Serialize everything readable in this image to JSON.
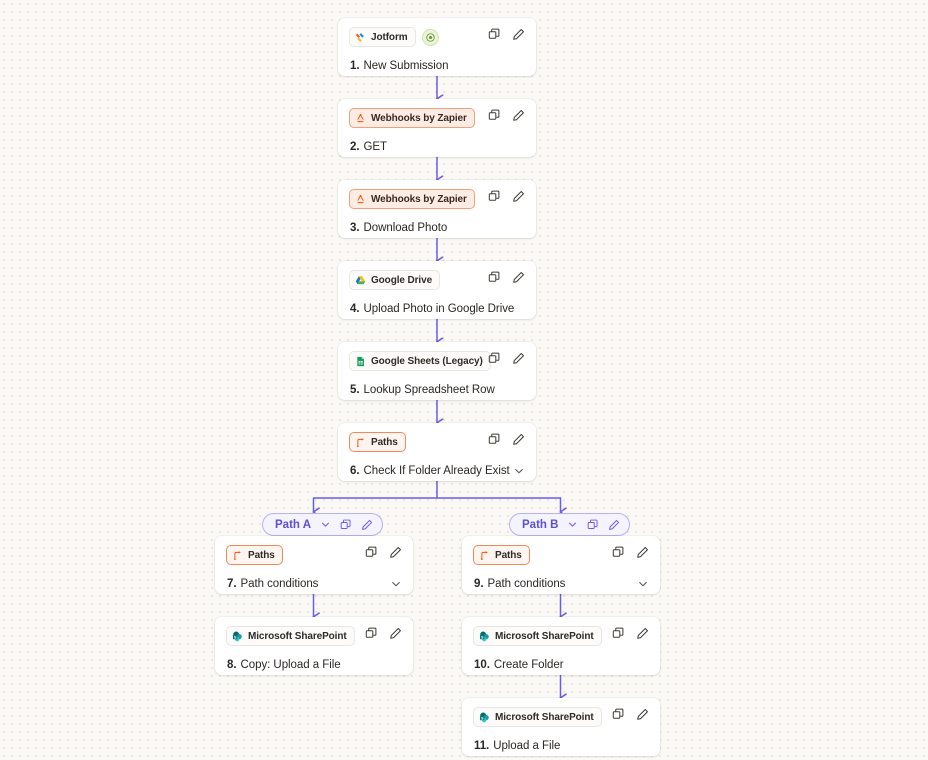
{
  "canvas": {
    "background_color": "#faf9f5",
    "dot_color": "#e6e0d4",
    "connector_color": "#6b5ce7"
  },
  "icons": {
    "copy": "copy-icon",
    "edit": "pencil-edit-icon",
    "chevron_down": "chevron-down-icon",
    "status": "status-active-icon"
  },
  "nodes": [
    {
      "id": "step-1",
      "app": "Jotform",
      "app_icon": "jotform-icon",
      "badge_style": "plain",
      "has_status_dot": true,
      "number": "1.",
      "title": "New Submission",
      "has_chevron": false
    },
    {
      "id": "step-2",
      "app": "Webhooks by Zapier",
      "app_icon": "webhooks-by-zapier-icon",
      "badge_style": "orange",
      "has_status_dot": false,
      "number": "2.",
      "title": "GET",
      "has_chevron": false
    },
    {
      "id": "step-3",
      "app": "Webhooks by Zapier",
      "app_icon": "webhooks-by-zapier-icon",
      "badge_style": "orange",
      "has_status_dot": false,
      "number": "3.",
      "title": "Download Photo",
      "has_chevron": false
    },
    {
      "id": "step-4",
      "app": "Google Drive",
      "app_icon": "google-drive-icon",
      "badge_style": "plain",
      "has_status_dot": false,
      "number": "4.",
      "title": "Upload Photo in Google Drive",
      "has_chevron": false
    },
    {
      "id": "step-5",
      "app": "Google Sheets (Legacy)",
      "app_icon": "google-sheets-icon",
      "badge_style": "plain",
      "has_status_dot": false,
      "number": "5.",
      "title": "Lookup Spreadsheet Row",
      "has_chevron": false
    },
    {
      "id": "step-6",
      "app": "Paths",
      "app_icon": "paths-icon",
      "badge_style": "paths",
      "has_status_dot": false,
      "number": "6.",
      "title": "Check If Folder Already Exist",
      "has_chevron": true
    },
    {
      "id": "step-7",
      "app": "Paths",
      "app_icon": "paths-icon",
      "badge_style": "paths",
      "has_status_dot": false,
      "number": "7.",
      "title": "Path conditions",
      "has_chevron": true
    },
    {
      "id": "step-8",
      "app": "Microsoft SharePoint",
      "app_icon": "microsoft-sharepoint-icon",
      "badge_style": "plain",
      "has_status_dot": false,
      "number": "8.",
      "title": "Copy: Upload a File",
      "has_chevron": false
    },
    {
      "id": "step-9",
      "app": "Paths",
      "app_icon": "paths-icon",
      "badge_style": "paths",
      "has_status_dot": false,
      "number": "9.",
      "title": "Path conditions",
      "has_chevron": true
    },
    {
      "id": "step-10",
      "app": "Microsoft SharePoint",
      "app_icon": "microsoft-sharepoint-icon",
      "badge_style": "plain",
      "has_status_dot": false,
      "number": "10.",
      "title": "Create Folder",
      "has_chevron": false
    },
    {
      "id": "step-11",
      "app": "Microsoft SharePoint",
      "app_icon": "microsoft-sharepoint-icon",
      "badge_style": "plain",
      "has_status_dot": false,
      "number": "11.",
      "title": "Upload a File",
      "has_chevron": false
    }
  ],
  "paths": [
    {
      "id": "path-a",
      "label": "Path A"
    },
    {
      "id": "path-b",
      "label": "Path B"
    }
  ]
}
